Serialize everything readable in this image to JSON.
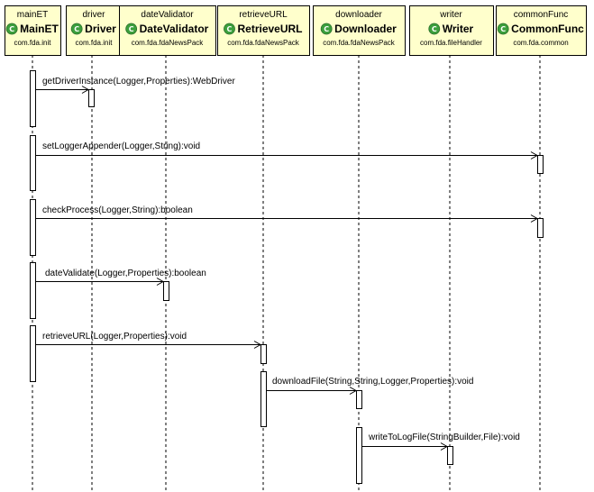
{
  "colors": {
    "header_fill": "#ffffcc",
    "header_border": "#000000",
    "icon_fill": "#3c9f3c",
    "lifeline": "#000000",
    "activation_fill": "#ffffff"
  },
  "participants": [
    {
      "name": "mainET",
      "class": "MainET",
      "package": "com.fda.init",
      "icon": "class-icon"
    },
    {
      "name": "driver",
      "class": "Driver",
      "package": "com.fda.init",
      "icon": "class-icon"
    },
    {
      "name": "dateValidator",
      "class": "DateValidator",
      "package": "com.fda.fdaNewsPack",
      "icon": "class-icon"
    },
    {
      "name": "retrieveURL",
      "class": "RetrieveURL",
      "package": "com.fda.fdaNewsPack",
      "icon": "class-icon"
    },
    {
      "name": "downloader",
      "class": "Downloader",
      "package": "com.fda.fdaNewsPack",
      "icon": "class-icon"
    },
    {
      "name": "writer",
      "class": "Writer",
      "package": "com.fda.fileHandler",
      "icon": "class-icon"
    },
    {
      "name": "commonFunc",
      "class": "CommonFunc",
      "package": "com.fda.common",
      "icon": "class-icon"
    }
  ],
  "messages": [
    {
      "from": 0,
      "to": 1,
      "label": "getDriverInstance(Logger,Properties):WebDriver"
    },
    {
      "from": 0,
      "to": 6,
      "label": "setLoggerAppender(Logger,String):void"
    },
    {
      "from": 0,
      "to": 6,
      "label": "checkProcess(Logger,String):boolean"
    },
    {
      "from": 0,
      "to": 2,
      "label": "dateValidate(Logger,Properties):boolean"
    },
    {
      "from": 0,
      "to": 3,
      "label": "retrieveURL(Logger,Properties):void"
    },
    {
      "from": 3,
      "to": 4,
      "label": "downloadFile(String,String,Logger,Properties):void"
    },
    {
      "from": 4,
      "to": 5,
      "label": "writeToLogFile(StringBuilder,File):void"
    }
  ]
}
